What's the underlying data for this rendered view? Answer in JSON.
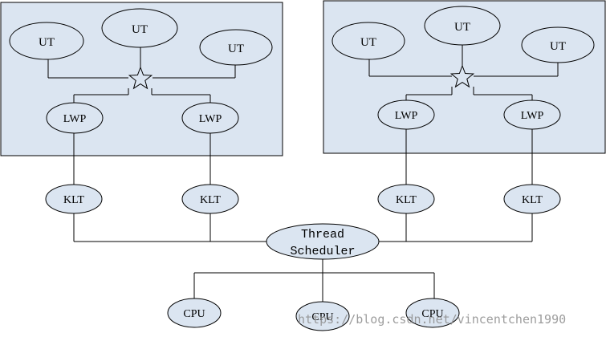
{
  "process_left": {
    "user_threads": [
      "UT",
      "UT",
      "UT"
    ],
    "lwps": [
      "LWP",
      "LWP"
    ]
  },
  "process_right": {
    "user_threads": [
      "UT",
      "UT",
      "UT"
    ],
    "lwps": [
      "LWP",
      "LWP"
    ]
  },
  "kernel_threads": [
    "KLT",
    "KLT",
    "KLT",
    "KLT"
  ],
  "scheduler": {
    "line1": "Thread",
    "line2": "Scheduler"
  },
  "cpus": [
    "CPU",
    "CPU",
    "CPU"
  ],
  "watermark": "https://blog.csdn.net/vincentchen1990",
  "colors": {
    "fill": "#dbe5f1",
    "stroke": "#000000"
  }
}
